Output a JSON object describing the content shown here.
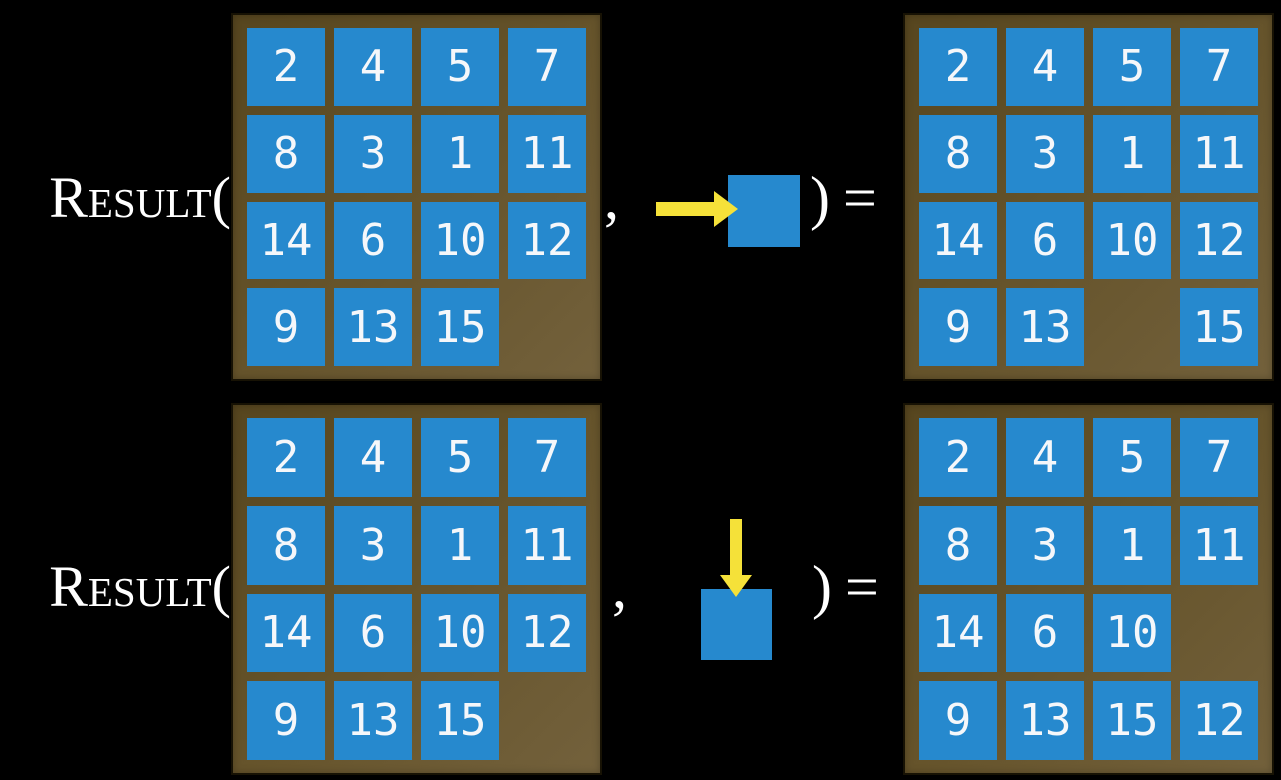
{
  "colors": {
    "background": "#000000",
    "board_brown": "#645229",
    "board_brown_dark": "#57461f",
    "board_brown_light": "#73613c",
    "board_outline": "#171204",
    "tile_blue": "#2689ce",
    "number_white": "#f5f7fa",
    "arrow_yellow": "#f5e139",
    "formula_white": "#ffffff"
  },
  "rows": [
    {
      "function_name": "Result",
      "open_paren": "(",
      "comma": ",",
      "close_paren": ")",
      "equals_sign": "=",
      "action_direction": "right",
      "action_icon": "right-arrow-icon",
      "input_board": [
        [
          2,
          4,
          5,
          7
        ],
        [
          8,
          3,
          1,
          11
        ],
        [
          14,
          6,
          10,
          12
        ],
        [
          9,
          13,
          15,
          null
        ]
      ],
      "output_board": [
        [
          2,
          4,
          5,
          7
        ],
        [
          8,
          3,
          1,
          11
        ],
        [
          14,
          6,
          10,
          12
        ],
        [
          9,
          13,
          null,
          15
        ]
      ]
    },
    {
      "function_name": "Result",
      "open_paren": "(",
      "comma": ",",
      "close_paren": ")",
      "equals_sign": "=",
      "action_direction": "down",
      "action_icon": "down-arrow-icon",
      "input_board": [
        [
          2,
          4,
          5,
          7
        ],
        [
          8,
          3,
          1,
          11
        ],
        [
          14,
          6,
          10,
          12
        ],
        [
          9,
          13,
          15,
          null
        ]
      ],
      "output_board": [
        [
          2,
          4,
          5,
          7
        ],
        [
          8,
          3,
          1,
          11
        ],
        [
          14,
          6,
          10,
          null
        ],
        [
          9,
          13,
          15,
          12
        ]
      ]
    }
  ]
}
